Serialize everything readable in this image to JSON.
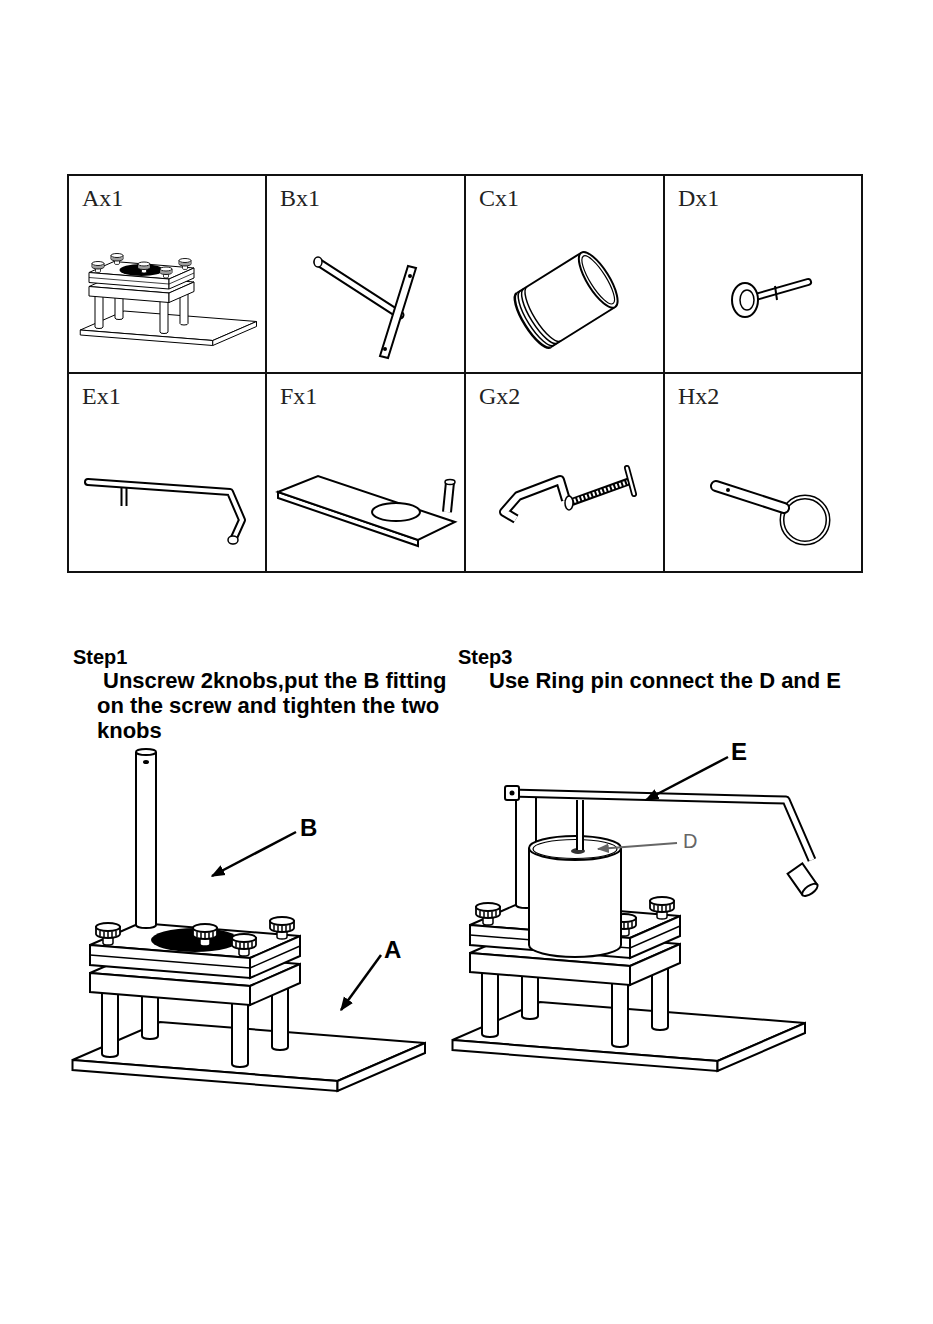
{
  "diagram": {
    "nodes": [
      {
        "text": [
          "Ax1"
        ]
      },
      {
        "text": [
          "Bx1"
        ]
      },
      {
        "text": [
          "Cx1"
        ]
      },
      {
        "text": [
          "Dx1"
        ]
      },
      {
        "text": [
          "Ex1"
        ]
      },
      {
        "text": [
          "Fx1"
        ]
      },
      {
        "text": [
          "Gx2"
        ]
      },
      {
        "text": [
          "Hx2"
        ]
      }
    ],
    "labels": [
      "Step1",
      "Unscrew 2knobs,put the B fitting on the screw and tighten the two knobs",
      "B",
      "A",
      "Step3",
      "Use Ring pin connect the D and E",
      "E",
      "D"
    ]
  }
}
